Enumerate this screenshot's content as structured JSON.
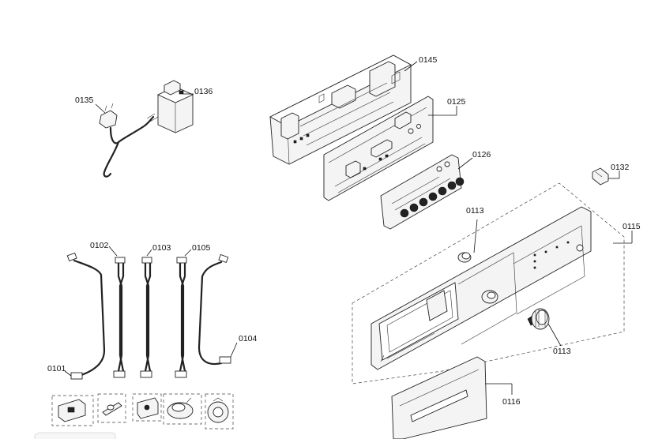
{
  "labels": {
    "l0145": "0145",
    "l0125": "0125",
    "l0126": "0126",
    "l0132": "0132",
    "l0113a": "0113",
    "l0115": "0115",
    "l0113b": "0113",
    "l0116": "0116",
    "l0135": "0135",
    "l0136": "0136",
    "l0102": "0102",
    "l0103": "0103",
    "l0105": "0105",
    "l0104": "0104",
    "l0101": "0101"
  }
}
